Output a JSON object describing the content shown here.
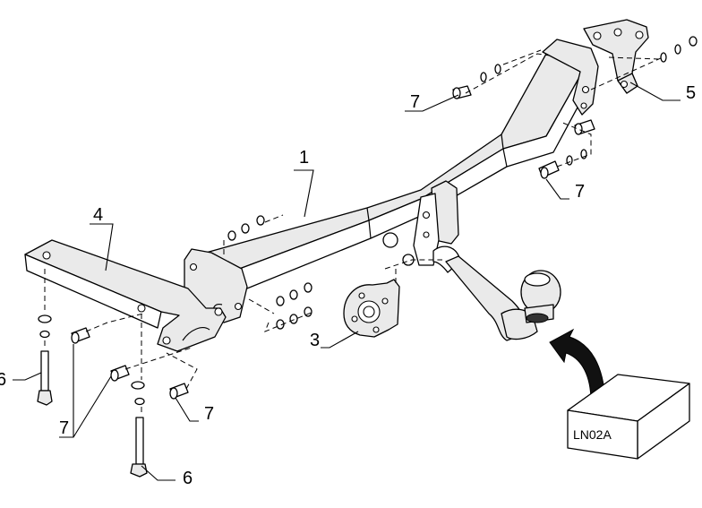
{
  "labels": {
    "beam": "1",
    "ball_plate": "3",
    "left_bracket": "4",
    "right_bracket": "5",
    "bolt_6_left": "6",
    "bolt_6_bottom": "6",
    "bolt_7_top": "7",
    "bolt_7_right": "7",
    "bolt_7_bottom_left": "7",
    "bolt_7_bottom_center": "7"
  },
  "kit_box": {
    "label": "LN02A"
  }
}
